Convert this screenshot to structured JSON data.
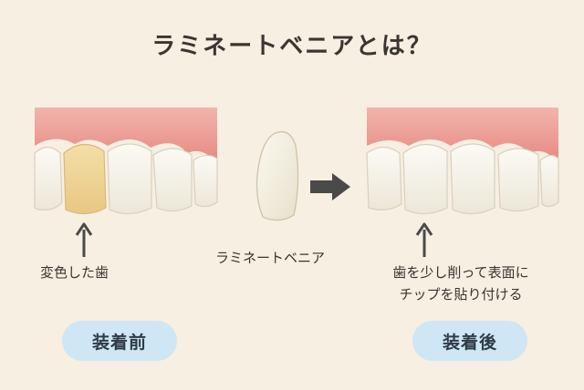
{
  "title": "ラミネートベニアとは？",
  "labels": {
    "discolored_tooth": "変色した歯",
    "veneer": "ラミネートベニア",
    "after_note_line1": "歯を少し削って表面に",
    "after_note_line2": "チップを貼り付ける"
  },
  "badges": {
    "before": "装着前",
    "after": "装着後"
  },
  "colors": {
    "background": "#f7efe1",
    "gum": "#e9968e",
    "tooth": "#f6f4ea",
    "discolored_tooth": "#f0d79a",
    "badge": "#cfe6f4",
    "arrow": "#4a4a4a"
  }
}
